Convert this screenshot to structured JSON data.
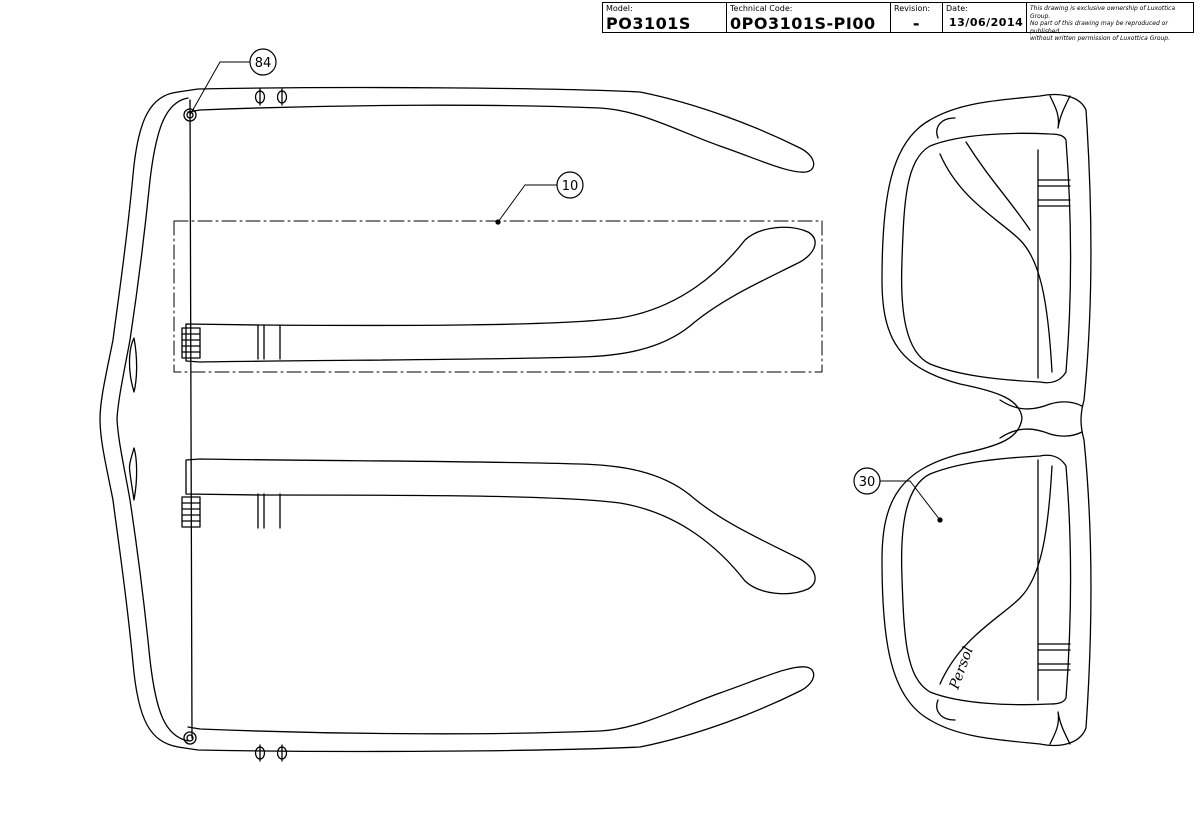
{
  "title_block": {
    "model_label": "Model:",
    "model_value": "PO3101S",
    "technical_code_label": "Technical Code:",
    "technical_code_value": "0PO3101S-PI00",
    "revision_label": "Revision:",
    "revision_value": "-",
    "date_label": "Date:",
    "date_value": "13/06/2014",
    "notice_lines": [
      "This drawing is exclusive ownership of Luxottica Group.",
      "No part of this drawing may be reproduced or published,",
      "without written permission of Luxottica Group."
    ]
  },
  "callouts": {
    "screw": "84",
    "temple": "10",
    "lens": "30"
  },
  "lens_logo_text": "Persol"
}
